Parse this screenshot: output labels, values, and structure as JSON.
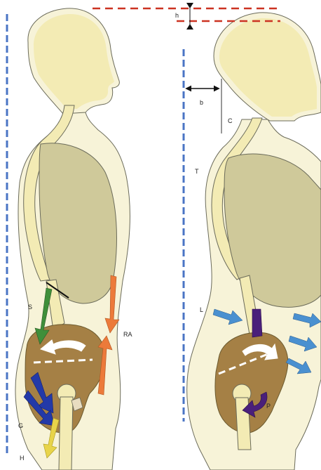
{
  "labels": {
    "h": "h",
    "b": "b",
    "c": "C",
    "t": "T",
    "s": "S",
    "ra": "RA",
    "l": "L",
    "g": "G",
    "h_bottom": "H",
    "p": "P"
  },
  "colors": {
    "reference_line": "#4a74c4",
    "level_line": "#cc3322",
    "skin_fill": "#f7f3d8",
    "bone_fill": "#f3ebb4",
    "organ_fill": "#cfc99a",
    "pelvis_fill": "#a58045",
    "arrow_green": "#3f8f3a",
    "arrow_orange": "#ec7a3a",
    "arrow_dark_blue": "#2339a8",
    "arrow_light_blue": "#4a90d0",
    "arrow_yellow": "#e8d44a",
    "arrow_purple": "#4a1f7a"
  }
}
